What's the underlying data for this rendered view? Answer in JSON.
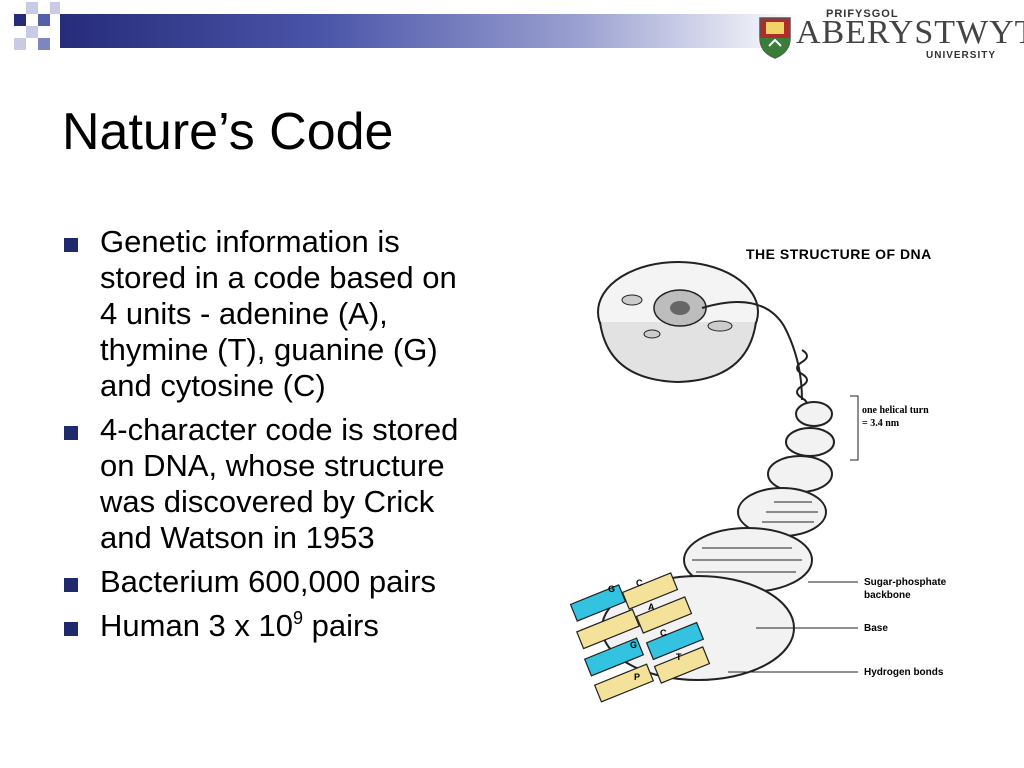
{
  "logo": {
    "top_line": "PRIFYSGOL",
    "main": "ABERYSTWYTH",
    "bottom_line": "UNIVERSITY"
  },
  "slide": {
    "title": "Nature’s Code",
    "bullets": [
      {
        "text": "Genetic information is\nstored in a code based on\n4 units - adenine (A),\nthymine (T), guanine (G)\nand cytosine (C)"
      },
      {
        "text": "4-character code is stored\non DNA, whose structure\nwas discovered by Crick\nand Watson in 1953"
      },
      {
        "text": "Bacterium 600,000 pairs"
      },
      {
        "text": "Human 3 x 10",
        "sup": "9",
        "after": " pairs"
      }
    ]
  },
  "figure": {
    "title": "THE STRUCTURE OF DNA",
    "labels": {
      "helical_turn": "one helical turn\n= 3.4 nm",
      "backbone": "Sugar-phosphate\nbackbone",
      "base": "Base",
      "hydrogen": "Hydrogen bonds"
    },
    "bases": [
      "G",
      "C",
      "A",
      "G",
      "C",
      "T",
      "P"
    ],
    "colors": {
      "cyan": "#33c3e0",
      "yellow": "#f4e29a",
      "navy": "#1e2a6b"
    }
  }
}
